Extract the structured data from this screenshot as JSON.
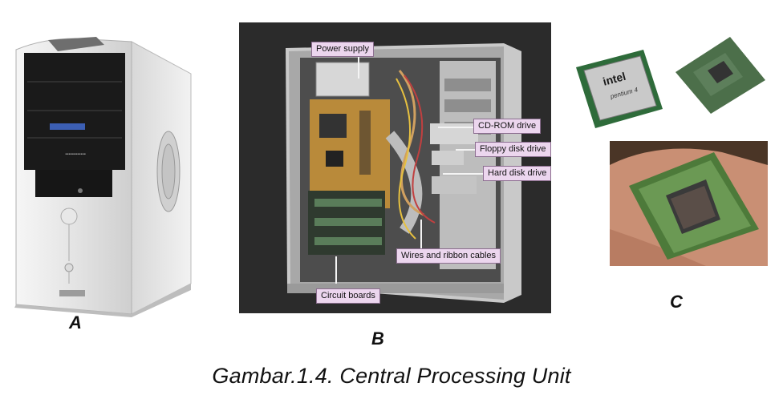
{
  "figure": {
    "caption": "Gambar.1.4. Central Processing Unit"
  },
  "panels": {
    "a": {
      "label": "A"
    },
    "b": {
      "label": "B",
      "callouts": {
        "power_supply": "Power supply",
        "cdrom": "CD-ROM drive",
        "floppy": "Floppy disk drive",
        "hard_disk": "Hard disk drive",
        "wires": "Wires and ribbon cables",
        "circuit_boards": "Circuit boards"
      }
    },
    "c": {
      "label": "C",
      "chip_brand": "intel",
      "chip_model": "pentium 4"
    }
  }
}
